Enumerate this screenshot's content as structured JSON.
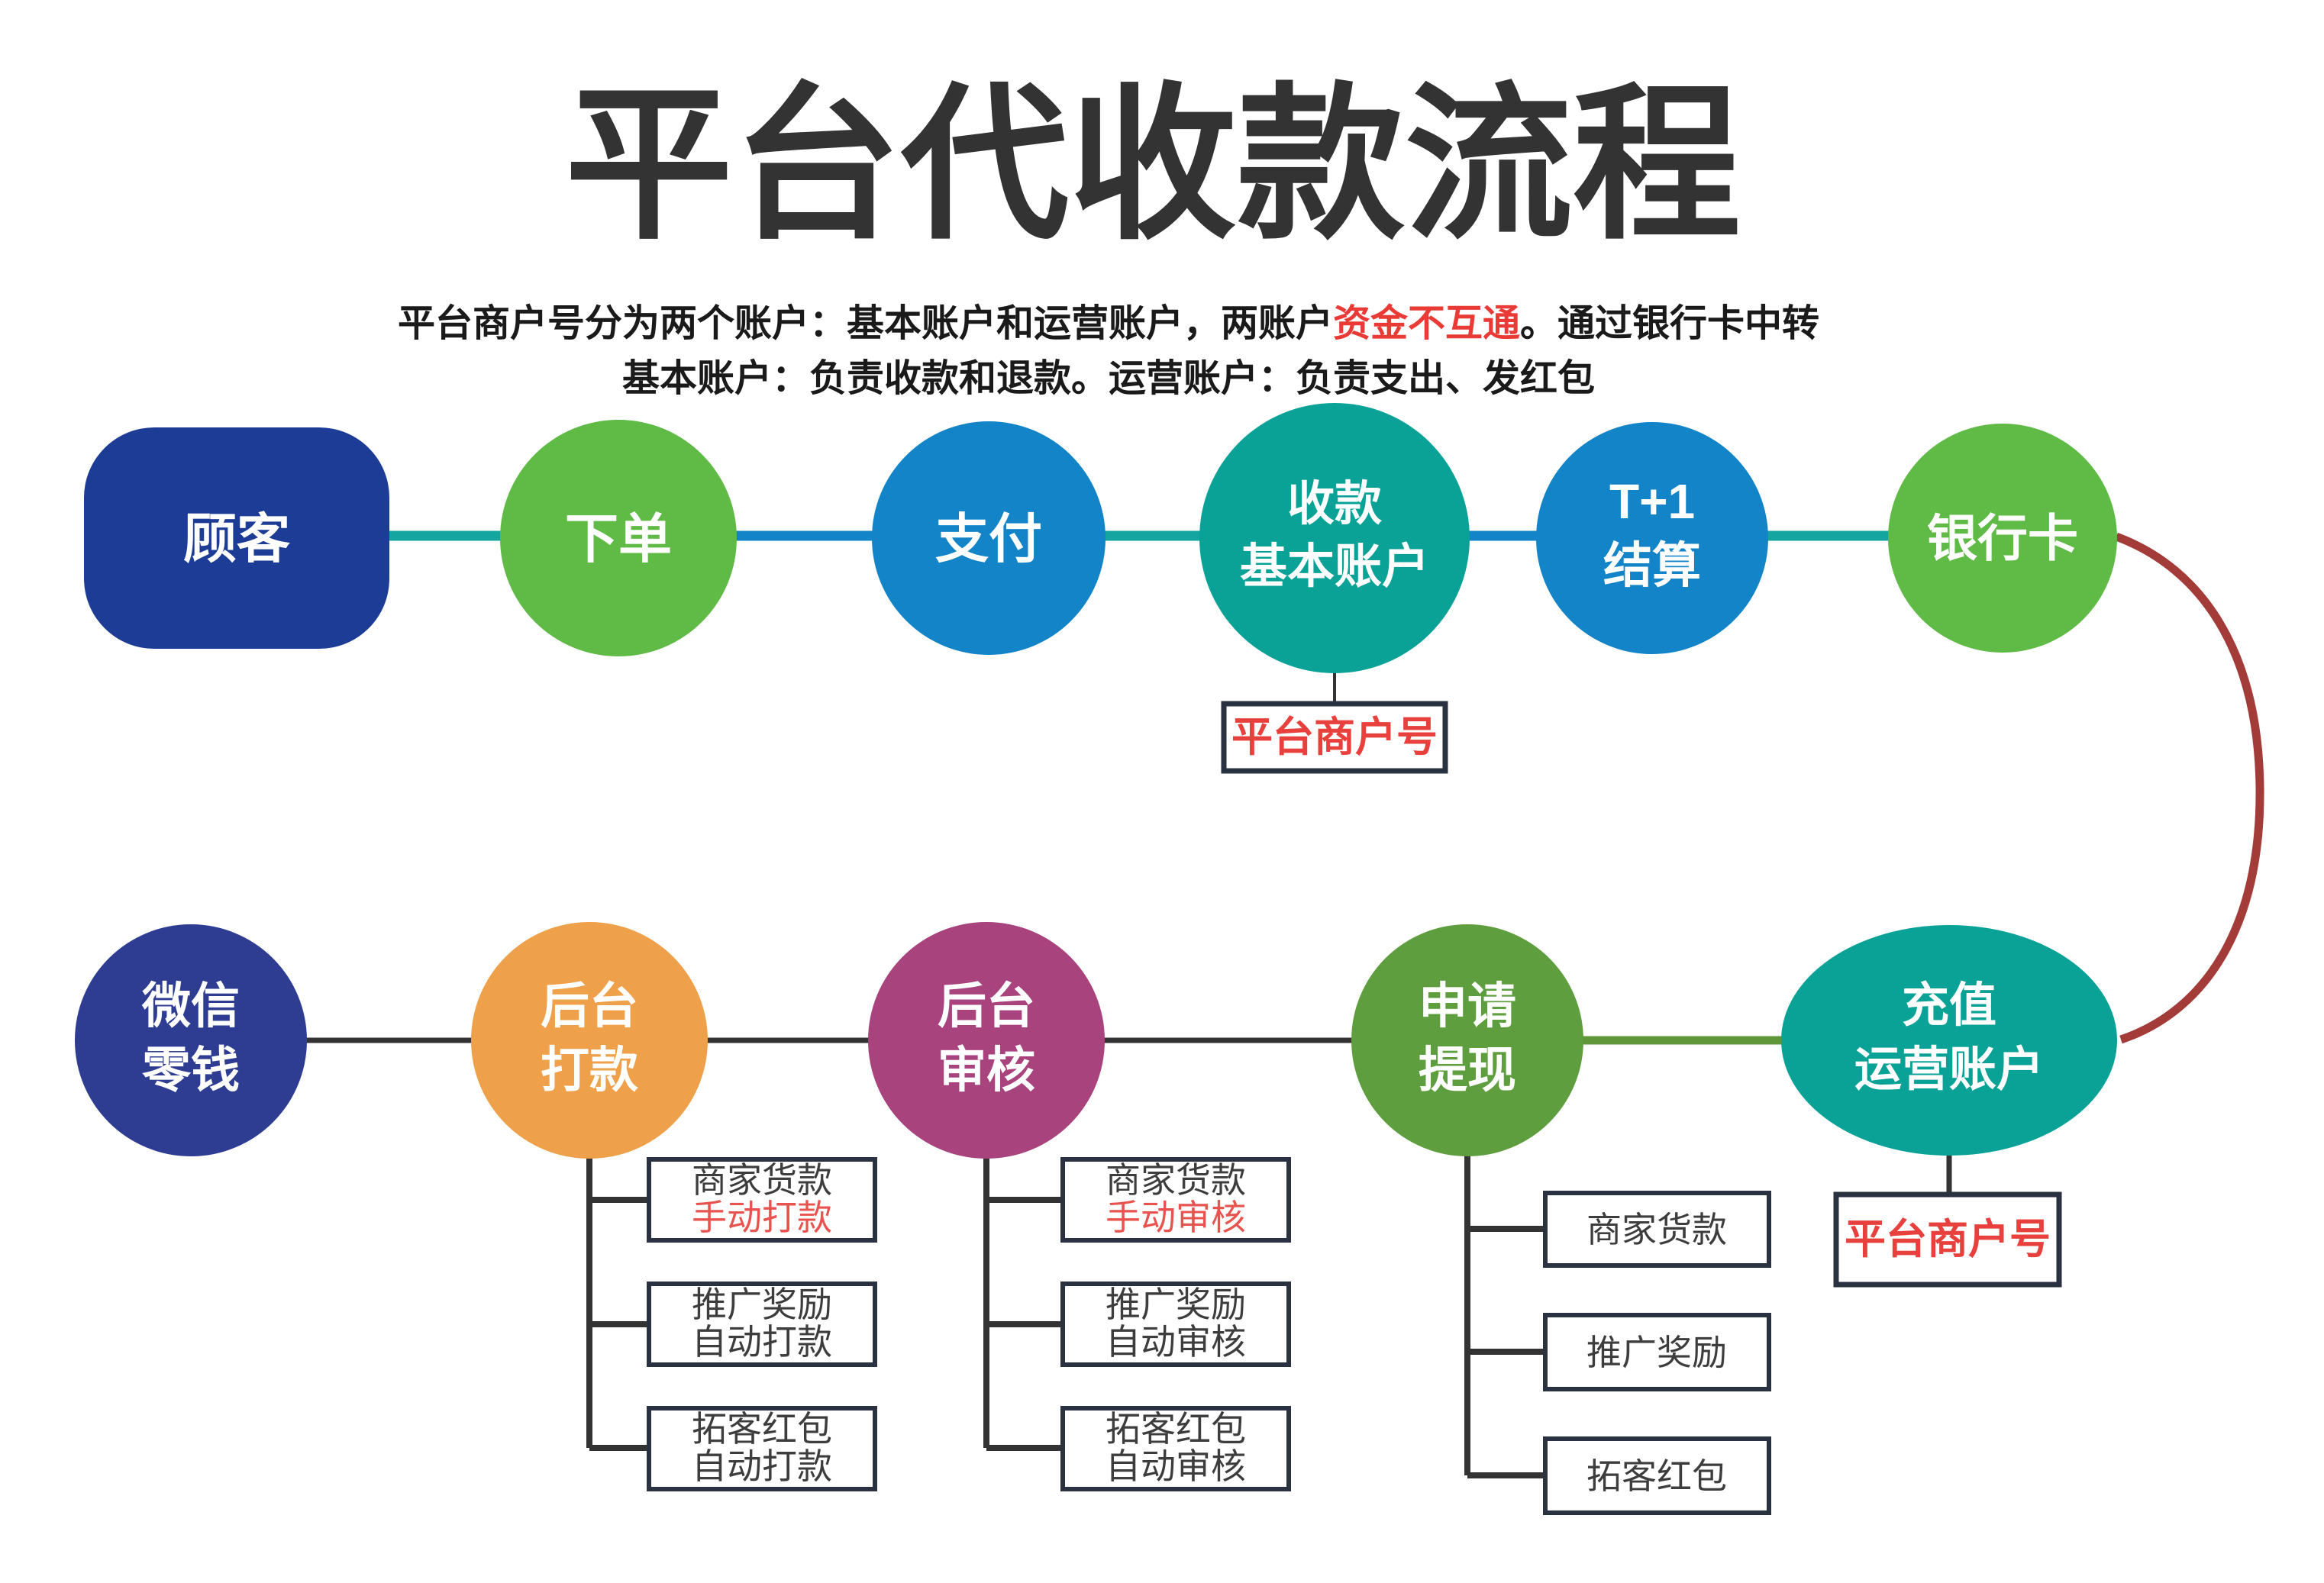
{
  "title": "平台代收款流程",
  "subtitle": {
    "line1_pre": "平台商户号分为两个账户：基本账户和运营账户，两账户",
    "line1_red": "资金不互通",
    "line1_post": "。通过银行卡中转",
    "line2": "基本账户：负责收款和退款。运营账户：负责支出、发红包"
  },
  "nodes": {
    "customer": "顾客",
    "order": "下单",
    "pay": "支付",
    "receive": {
      "line1": "收款",
      "line2": "基本账户"
    },
    "settle": {
      "line1": "T+1",
      "line2": "结算"
    },
    "bank_card": "银行卡",
    "wechat": {
      "line1": "微信",
      "line2": "零钱"
    },
    "backend_pay": {
      "line1": "后台",
      "line2": "打款"
    },
    "backend_review": {
      "line1": "后台",
      "line2": "审核"
    },
    "apply_withdraw": {
      "line1": "申请",
      "line2": "提现"
    },
    "recharge": {
      "line1": "充值",
      "line2": "运营账户"
    }
  },
  "merchant_label_top": "平台商户号",
  "merchant_label_bottom": "平台商户号",
  "pay_boxes": [
    {
      "line1": "商家货款",
      "line2": "手动打款"
    },
    {
      "line1": "推广奖励",
      "line2": "自动打款"
    },
    {
      "line1": "拓客红包",
      "line2": "自动打款"
    }
  ],
  "review_boxes": [
    {
      "line1": "商家货款",
      "line2": "手动审核"
    },
    {
      "line1": "推广奖励",
      "line2": "自动审核"
    },
    {
      "line1": "拓客红包",
      "line2": "自动审核"
    }
  ],
  "withdraw_boxes": [
    {
      "label": "商家货款"
    },
    {
      "label": "推广奖励"
    },
    {
      "label": "拓客红包"
    }
  ],
  "colors": {
    "customer_blue": "#1d3c96",
    "wechat_blue": "#2e3d92",
    "green_light": "#5fba46",
    "blue": "#1284c7",
    "teal_node": "#0aa296",
    "orange": "#efa04a",
    "magenta": "#a8437e",
    "green_dark": "#5f9e3e",
    "line_teal": "#14a5a0",
    "line_blue": "#1284c7",
    "line_green": "#5e9639",
    "line_dark": "#333333",
    "curve_red": "#a33b38"
  }
}
